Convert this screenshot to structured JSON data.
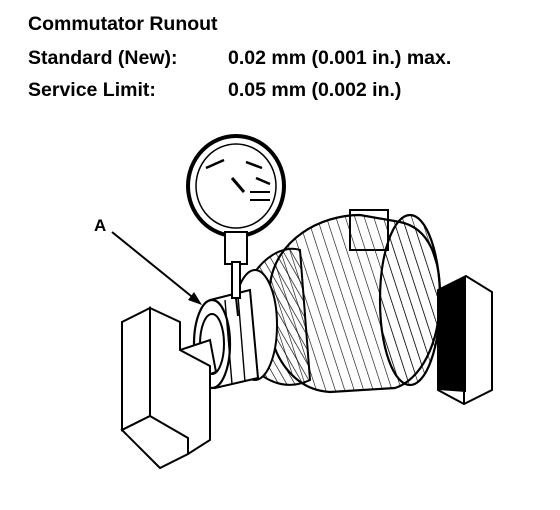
{
  "doc": {
    "title": "Commutator Runout",
    "standard_label": "Standard (New):",
    "standard_value": "0.02 mm (0.001 in.) max.",
    "limit_label": "Service Limit:",
    "limit_value": "0.05 mm (0.002 in.)"
  },
  "figure": {
    "callout": "A",
    "icons": [
      "dial-indicator-icon",
      "armature-icon",
      "v-block-icon"
    ]
  }
}
